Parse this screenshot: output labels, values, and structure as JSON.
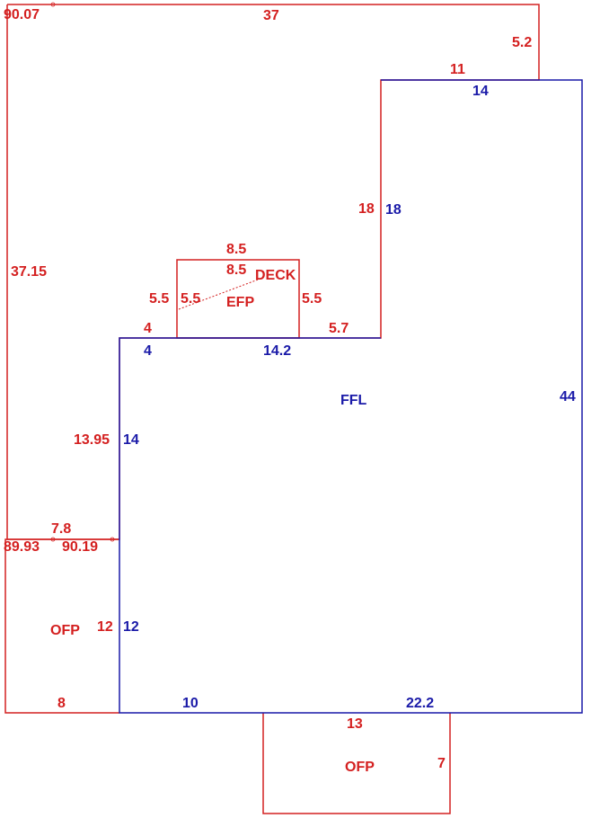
{
  "colors": {
    "red": "#d42020",
    "blue": "#1a1aa8",
    "background": "#ffffff"
  },
  "areas": {
    "ffl": "FFL",
    "deck": "DECK",
    "efp": "EFP",
    "ofp_left": "OFP",
    "ofp_bottom": "OFP"
  },
  "dimensions": {
    "deck_top": "37",
    "deck_right_short": "5.2",
    "deck_step": "11",
    "deck_left": "37.15",
    "deck_left_angle": "90.07",
    "deck_bottom_angle_a": "89.93",
    "deck_bottom_angle_b": "90.19",
    "deck_bottom_step": "7.8",
    "deck_left_notch": "13.95",
    "deck_notch_top": "4",
    "deck_inner_right": "18",
    "deck_right_step": "5.7",
    "efp_top": "8.5",
    "efp_top_inner": "8.5",
    "efp_left_outer": "5.5",
    "efp_left_inner": "5.5",
    "efp_right": "5.5",
    "ffl_top_right": "14",
    "ffl_upper_left": "18",
    "ffl_right": "44",
    "ffl_step_top": "4",
    "ffl_top_mid": "14.2",
    "ffl_left_upper": "14",
    "ffl_left_lower": "12",
    "ffl_bottom_left": "10",
    "ffl_bottom_right": "22.2",
    "ofp_left_side": "12",
    "ofp_left_bottom": "8",
    "ofp_bottom_top": "13",
    "ofp_bottom_side": "7"
  }
}
